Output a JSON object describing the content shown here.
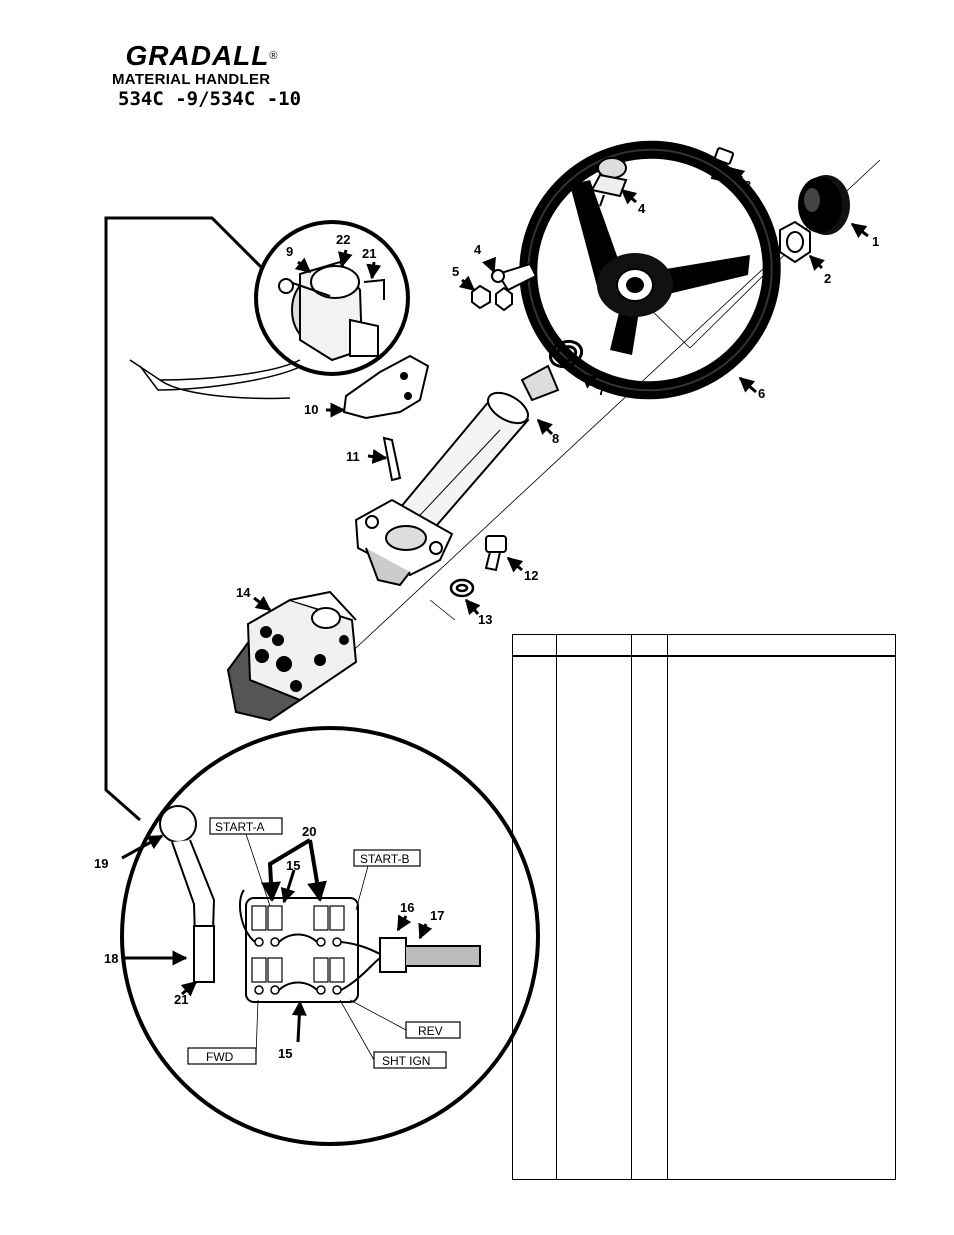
{
  "header": {
    "brand": "GRADALL",
    "registered_mark": "®",
    "product_line": "MATERIAL HANDLER",
    "models": "534C -9/534C -10"
  },
  "callouts": {
    "c1": "1",
    "c2": "2",
    "c3": "3",
    "c4a": "4",
    "c4b": "4",
    "c5": "5",
    "c6": "6",
    "c7": "7",
    "c8": "8",
    "c9": "9",
    "c10": "10",
    "c11": "11",
    "c12": "12",
    "c13": "13",
    "c14": "14",
    "c15a": "15",
    "c15b": "15",
    "c16": "16",
    "c17": "17",
    "c18": "18",
    "c19": "19",
    "c20": "20",
    "c21a": "21",
    "c21b": "21",
    "c22": "22"
  },
  "wire_tags": {
    "start_a": "START-A",
    "start_b": "START-B",
    "fwd": "FWD",
    "rev": "REV",
    "sht_ign": "SHT IGN"
  },
  "parts_table": {
    "header": [
      "",
      "",
      "",
      ""
    ],
    "rows": []
  }
}
